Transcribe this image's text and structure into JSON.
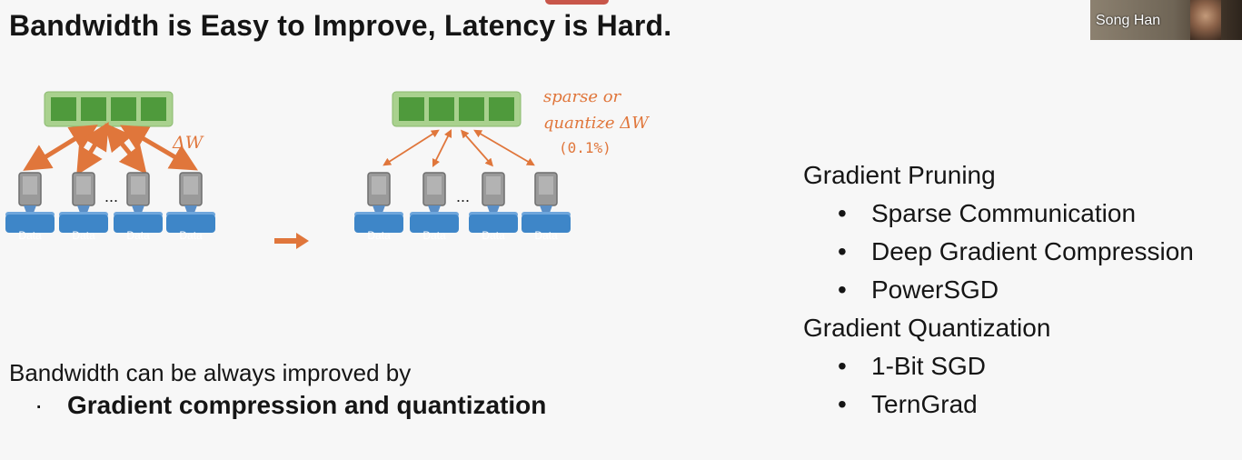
{
  "slide": {
    "title": "Bandwidth is Easy to Improve, Latency is Hard.",
    "presenter_name": "Song Han",
    "diagram": {
      "left_delta_label": "ΔW",
      "right_annotation_line1": "sparse or",
      "right_annotation_line2": "quantize ΔW",
      "right_annotation_line3": "(0.1%)",
      "ellipsis": "...",
      "data_label": "Data"
    },
    "bandwidth_text": "Bandwidth can be always improved by",
    "bandwidth_bullet_symbol": "·",
    "bandwidth_bullet": "Gradient compression and quantization",
    "bullet_symbol": "•",
    "gradient_pruning": {
      "heading": "Gradient Pruning",
      "items": [
        "Sparse Communication",
        "Deep Gradient Compression",
        "PowerSGD"
      ]
    },
    "gradient_quantization": {
      "heading": "Gradient Quantization",
      "items": [
        "1-Bit SGD",
        "TernGrad"
      ]
    }
  },
  "colors": {
    "server_green": "#4f9a3c",
    "server_frame": "#a9d18e",
    "arrow_orange": "#e0763b",
    "worker_gray": "#8c8c8c",
    "data_blue": "#3e86c8"
  }
}
